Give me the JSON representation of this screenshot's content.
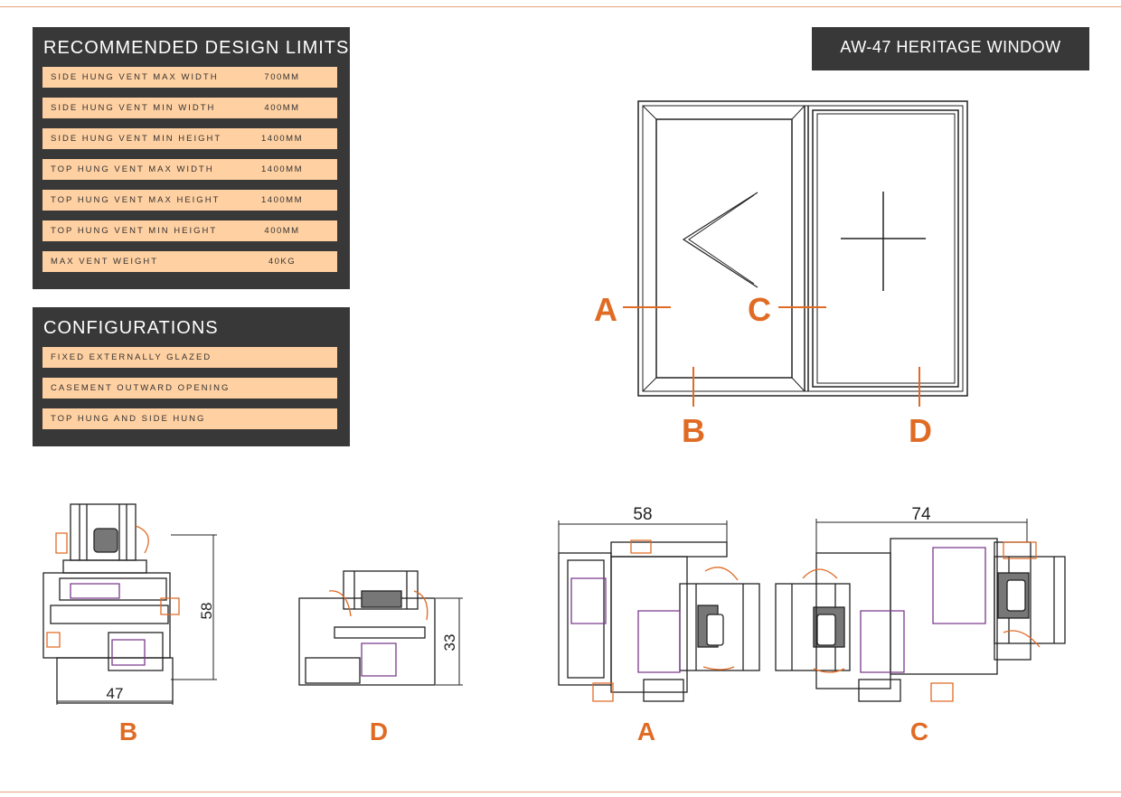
{
  "design_limits": {
    "title": "RECOMMENDED DESIGN LIMITS",
    "rows": [
      {
        "label": "SIDE HUNG VENT MAX WIDTH",
        "value": "700MM"
      },
      {
        "label": "SIDE HUNG VENT MIN WIDTH",
        "value": "400MM"
      },
      {
        "label": "SIDE HUNG VENT MIN HEIGHT",
        "value": "1400MM"
      },
      {
        "label": "TOP HUNG VENT MAX WIDTH",
        "value": "1400MM"
      },
      {
        "label": "TOP HUNG VENT MAX HEIGHT",
        "value": "1400MM"
      },
      {
        "label": "TOP HUNG VENT MIN HEIGHT",
        "value": "400MM"
      },
      {
        "label": "MAX VENT WEIGHT",
        "value": "40KG"
      }
    ]
  },
  "configurations": {
    "title": "CONFIGURATIONS",
    "rows": [
      "FIXED EXTERNALLY GLAZED",
      "CASEMENT OUTWARD OPENING",
      "TOP HUNG AND SIDE HUNG"
    ]
  },
  "product_title": "AW-47 HERITAGE WINDOW",
  "elevation": {
    "labels": {
      "a": "A",
      "b": "B",
      "c": "C",
      "d": "D"
    }
  },
  "sections": {
    "b": {
      "label": "B",
      "dim_height": "58",
      "dim_width": "47"
    },
    "d": {
      "label": "D",
      "dim_height": "33"
    },
    "a": {
      "label": "A",
      "dim_width": "58"
    },
    "c": {
      "label": "C",
      "dim_width": "74"
    }
  },
  "colors": {
    "accent": "#e06b25",
    "panel": "#383838",
    "row": "#ffd0a1",
    "gasket": "#7a3a8c"
  }
}
